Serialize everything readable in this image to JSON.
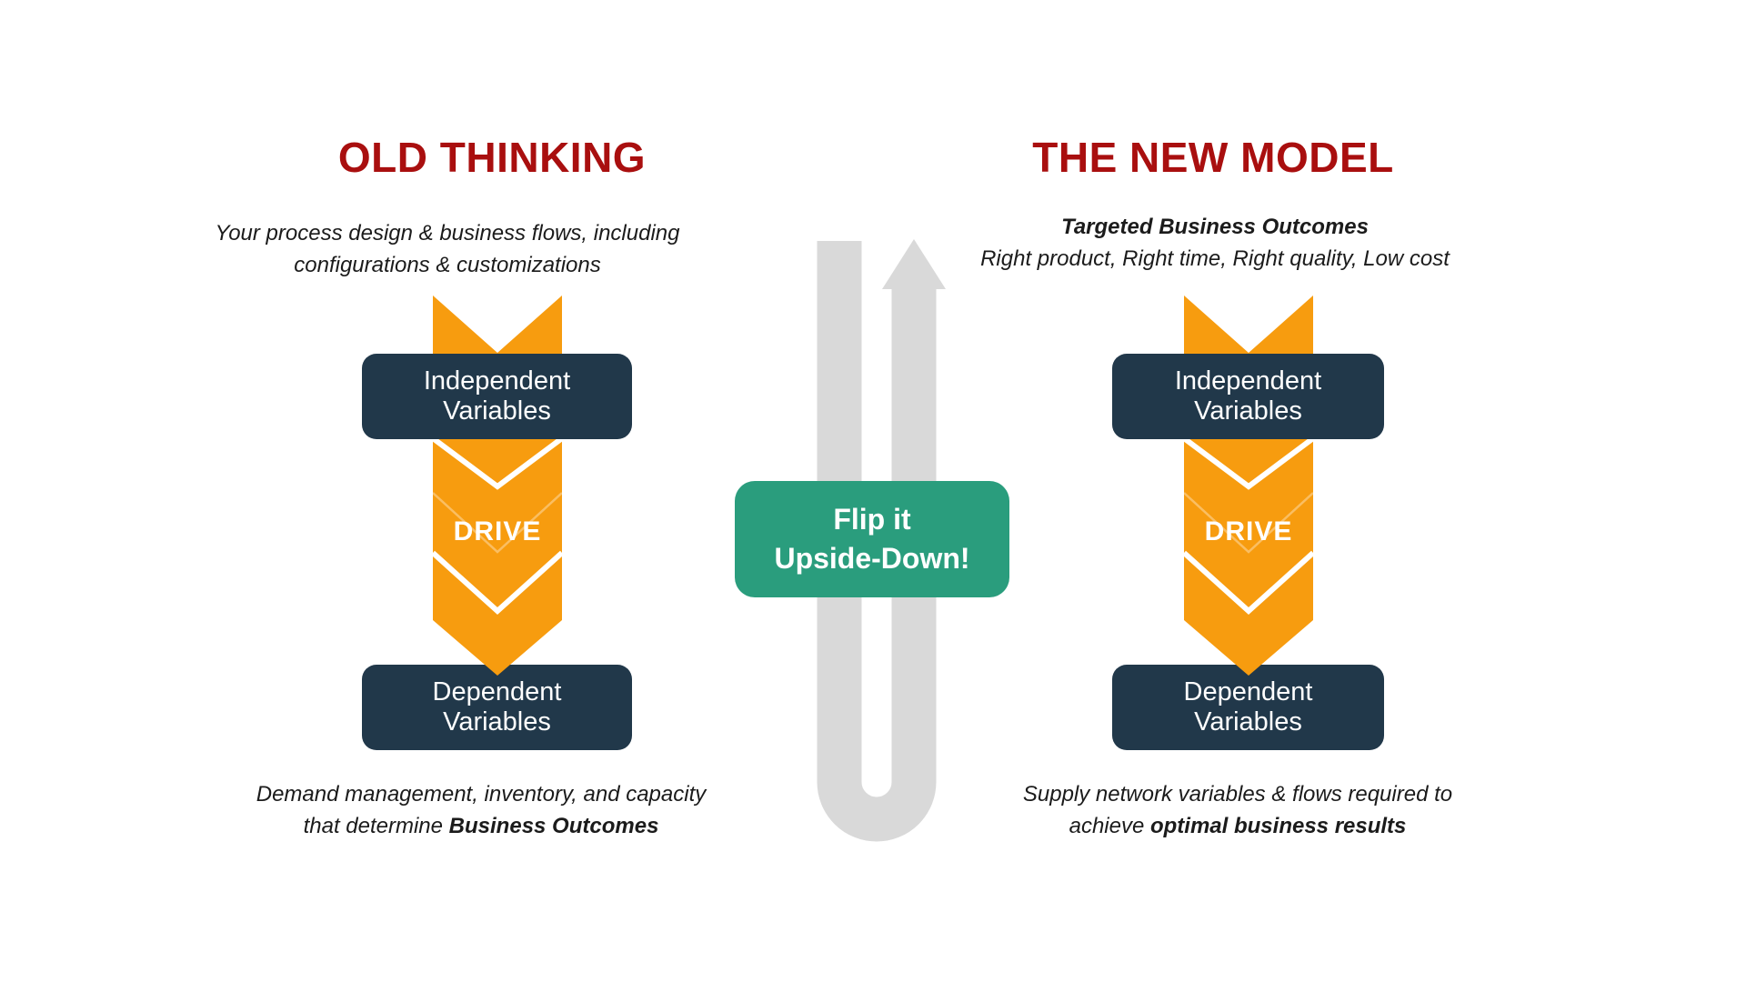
{
  "colors": {
    "heading_red": "#a90f0f",
    "arrow_orange": "#f79c0f",
    "box_navy": "#21384a",
    "flip_green": "#2a9d7d",
    "uturn_gray": "#d9d9d9",
    "body_text": "#1b1b1b",
    "label_white": "#ffffff"
  },
  "left": {
    "title": "OLD THINKING",
    "subtitle_line1": "Your process design & business flows, including",
    "subtitle_line2": "configurations & customizations",
    "independent_line1": "Independent",
    "independent_line2": "Variables",
    "drive": "DRIVE",
    "dependent_line1": "Dependent",
    "dependent_line2": "Variables",
    "caption_line1": "Demand management, inventory, and capacity",
    "caption_line2_normal": "that determine ",
    "caption_line2_bold": "Business Outcomes"
  },
  "center": {
    "flip_line1": "Flip it",
    "flip_line2": "Upside-Down!"
  },
  "right": {
    "title": "THE NEW MODEL",
    "subtitle_line1": "Targeted Business Outcomes",
    "subtitle_line2": "Right product, Right time, Right quality, Low cost",
    "independent_line1": "Independent",
    "independent_line2": "Variables",
    "drive": "DRIVE",
    "dependent_line1": "Dependent",
    "dependent_line2": "Variables",
    "caption_line1": "Supply network variables & flows required to",
    "caption_line2_normal": "achieve ",
    "caption_line2_bold": "optimal business results"
  }
}
